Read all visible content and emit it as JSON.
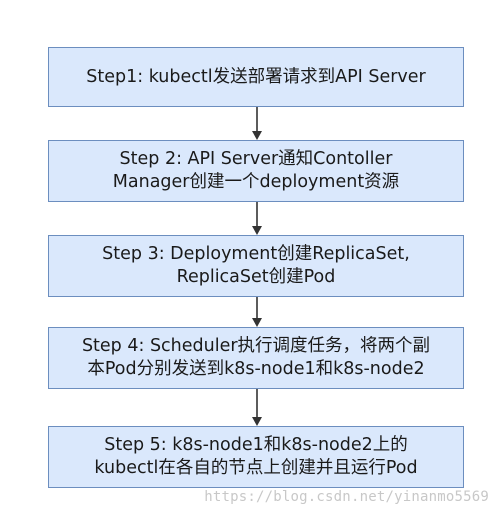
{
  "steps": [
    {
      "text": "Step1: kubectl发送部署请求到API Server"
    },
    {
      "text": "Step 2: API Server通知Contoller\nManager创建一个deployment资源"
    },
    {
      "text": "Step 3: Deployment创建ReplicaSet,\nReplicaSet创建Pod"
    },
    {
      "text": "Step 4: Scheduler执行调度任务，将两个副\n本Pod分别发送到k8s-node1和k8s-node2"
    },
    {
      "text": "Step 5: k8s-node1和k8s-node2上的\nkubectl在各自的节点上创建并且运行Pod"
    }
  ],
  "watermark": "https://blog.csdn.net/yinanmo5569",
  "colors": {
    "box_fill": "#dae8fc",
    "box_border": "#6c8ebf",
    "arrow": "#333333"
  }
}
